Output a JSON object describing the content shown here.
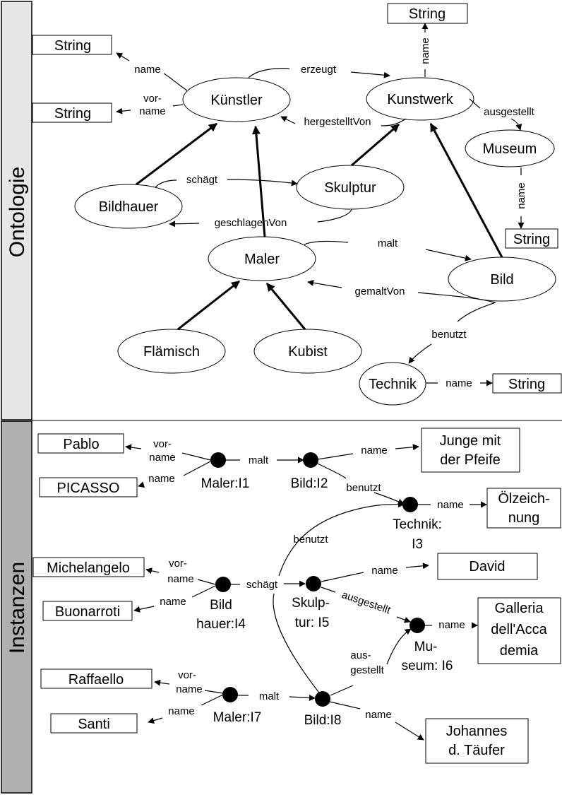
{
  "sections": {
    "ontology_label": "Ontologie",
    "instances_label": "Instanzen"
  },
  "ontology": {
    "classes": {
      "kuenstler": "Künstler",
      "kunstwerk": "Kunstwerk",
      "museum": "Museum",
      "bildhauer": "Bildhauer",
      "skulptur": "Skulptur",
      "maler": "Maler",
      "bild": "Bild",
      "flaemisch": "Flämisch",
      "kubist": "Kubist",
      "technik": "Technik"
    },
    "literals": {
      "string_top": "String",
      "string_kuenstler_name": "String",
      "string_kuenstler_vorname": "String",
      "string_museum": "String",
      "string_technik": "String"
    },
    "edges": {
      "k_name": "name",
      "k_vorname_1": "vor-",
      "k_vorname_2": "name",
      "erzeugt": "erzeugt",
      "hergestelltvon": "hergestelltVon",
      "kw_name": "name",
      "ausgestellt": "ausgestellt",
      "museum_name": "name",
      "schaegt": "schägt",
      "geschlagenvon": "geschlagenVon",
      "malt": "malt",
      "gemaltvon": "gemaltVon",
      "benutzt": "benutzt",
      "technik_name": "name"
    }
  },
  "instances": {
    "nodes": {
      "maler_i1": "Maler:I1",
      "bild_i2": "Bild:I2",
      "technik_i3_1": "Technik:",
      "technik_i3_2": "I3",
      "bildhauer_i4_1": "Bild",
      "bildhauer_i4_2": "hauer:I4",
      "skulptur_i5_1": "Skulp-",
      "skulptur_i5_2": "tur: I5",
      "museum_i6_1": "Mu-",
      "museum_i6_2": "seum: I6",
      "maler_i7": "Maler:I7",
      "bild_i8": "Bild:I8"
    },
    "literals": {
      "pablo": "Pablo",
      "picasso": "PICASSO",
      "junge_1": "Junge mit",
      "junge_2": "der Pfeife",
      "oelzeich_1": "Ölzeich-",
      "oelzeich_2": "nung",
      "michelangelo": "Michelangelo",
      "buonarroti": "Buonarroti",
      "david": "David",
      "galleria_1": "Galleria",
      "galleria_2": "dell'Acca",
      "galleria_3": "demia",
      "raffaello": "Raffaello",
      "santi": "Santi",
      "johannes_1": "Johannes",
      "johannes_2": "d. Täufer"
    },
    "edges": {
      "i1_vorname_1": "vor-",
      "i1_vorname_2": "name",
      "i1_name": "name",
      "i1_malt": "malt",
      "i2_name": "name",
      "i2_benutzt": "benutzt",
      "i3_name": "name",
      "i8_benutzt": "benutzt",
      "i4_vorname_1": "vor-",
      "i4_vorname_2": "name",
      "i4_name": "name",
      "i4_schaegt": "schägt",
      "i5_name": "name",
      "i5_ausgestellt": "ausgestellt",
      "i6_name": "name",
      "i8_ausgestellt_1": "aus-",
      "i8_ausgestellt_2": "gestellt",
      "i7_vorname_1": "vor-",
      "i7_vorname_2": "name",
      "i7_name": "name",
      "i7_malt": "malt",
      "i8_name": "name"
    }
  }
}
